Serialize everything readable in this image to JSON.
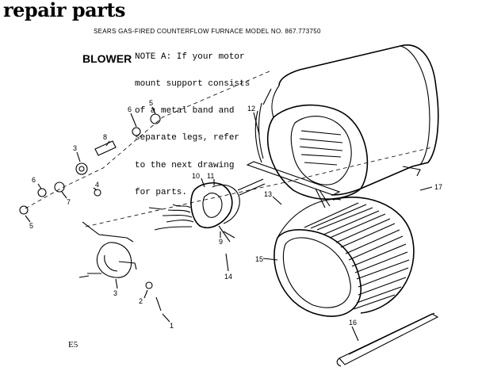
{
  "header": {
    "title": "repair parts",
    "subtitle": "SEARS GAS-FIRED COUNTERFLOW FURNACE MODEL NO. 867.773750"
  },
  "assembly_label": "BLOWER",
  "note_lines": [
    "NOTE A: If your motor",
    "mount support consists",
    "of a metal band and",
    "separate legs, refer",
    "to the next drawing",
    "for parts."
  ],
  "page_code": "E5",
  "callouts": [
    {
      "id": "c-12",
      "text": "12"
    },
    {
      "id": "c-6a",
      "text": "6"
    },
    {
      "id": "c-5a",
      "text": "5"
    },
    {
      "id": "c-8",
      "text": "8"
    },
    {
      "id": "c-3a",
      "text": "3"
    },
    {
      "id": "c-6b",
      "text": "6"
    },
    {
      "id": "c-4",
      "text": "4"
    },
    {
      "id": "c-7",
      "text": "7"
    },
    {
      "id": "c-5b",
      "text": "5"
    },
    {
      "id": "c-10",
      "text": "10"
    },
    {
      "id": "c-11",
      "text": "11"
    },
    {
      "id": "c-9",
      "text": "9"
    },
    {
      "id": "c-13",
      "text": "13"
    },
    {
      "id": "c-17",
      "text": "17"
    },
    {
      "id": "c-15",
      "text": "15"
    },
    {
      "id": "c-14",
      "text": "14"
    },
    {
      "id": "c-3b",
      "text": "3"
    },
    {
      "id": "c-2",
      "text": "2"
    },
    {
      "id": "c-1",
      "text": "1"
    },
    {
      "id": "c-16",
      "text": "16"
    }
  ]
}
